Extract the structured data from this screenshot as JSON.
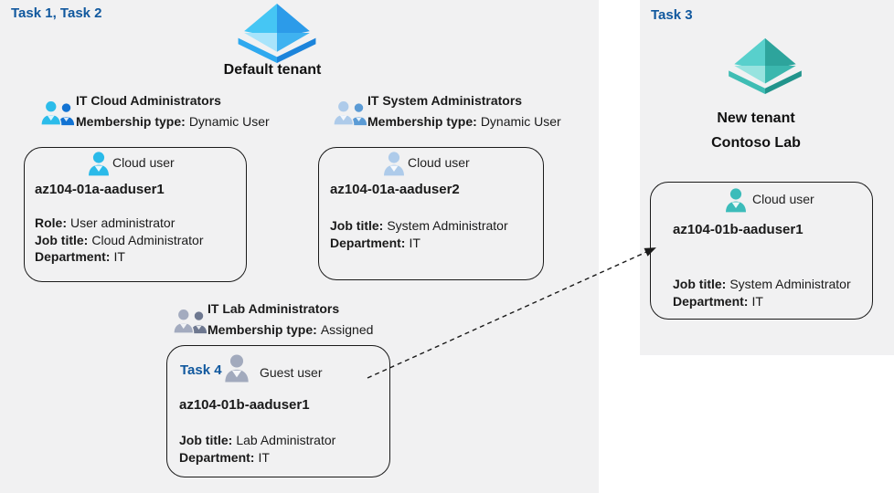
{
  "tasks": {
    "task12": "Task 1, Task 2",
    "task3": "Task 3",
    "task4": "Task 4"
  },
  "tenants": {
    "default": {
      "title": "Default tenant"
    },
    "new": {
      "title_line1": "New tenant",
      "title_line2": "Contoso Lab"
    }
  },
  "groups": [
    {
      "name": "IT Cloud Administrators",
      "membership_label": "Membership type:",
      "membership_value": "Dynamic User"
    },
    {
      "name": "IT System Administrators",
      "membership_label": "Membership type:",
      "membership_value": "Dynamic User"
    },
    {
      "name": "IT Lab Administrators",
      "membership_label": "Membership type:",
      "membership_value": "Assigned"
    }
  ],
  "users": [
    {
      "type_label": "Cloud user",
      "name": "az104-01a-aaduser1",
      "fields": [
        {
          "label": "Role:",
          "value": "User administrator"
        },
        {
          "label": "Job title:",
          "value": "Cloud Administrator"
        },
        {
          "label": "Department:",
          "value": "IT"
        }
      ]
    },
    {
      "type_label": "Cloud user",
      "name": "az104-01a-aaduser2",
      "fields": [
        {
          "label": "Job title:",
          "value": "System Administrator"
        },
        {
          "label": "Department:",
          "value": "IT"
        }
      ]
    },
    {
      "type_label": "Guest user",
      "name": "az104-01b-aaduser1",
      "fields": [
        {
          "label": "Job title:",
          "value": "Lab Administrator"
        },
        {
          "label": "Department:",
          "value": "IT"
        }
      ]
    },
    {
      "type_label": "Cloud user",
      "name": "az104-01b-aaduser1",
      "fields": [
        {
          "label": "Job title:",
          "value": "System Administrator"
        },
        {
          "label": "Department:",
          "value": "IT"
        }
      ]
    }
  ],
  "icons": {
    "tenant_blue": "azure-tenant-icon",
    "tenant_teal": "azure-tenant-icon-teal",
    "group": "user-group-icon",
    "cloud_user": "cloud-user-icon",
    "guest_user": "guest-user-icon",
    "arrow": "dashed-invite-arrow"
  },
  "colors": {
    "panel_bg": "#F1F1F2",
    "task_label": "#10589E",
    "text": "#1A1A1A",
    "arrow": "#1A1A1A",
    "tenant_blue": {
      "left": "#45C6F4",
      "right": "#2C9BE9",
      "under_left": "#A8E4FB",
      "under_right": "#3FB2F0",
      "rim_left": "#2FA9EF",
      "rim_right": "#1C84DB"
    },
    "tenant_teal": {
      "left": "#58D0CC",
      "right": "#2DA49C",
      "under_left": "#97E3DF",
      "under_right": "#3BB7AE",
      "rim_left": "#3FBDB4",
      "rim_right": "#21948C"
    },
    "person_cloud1": "#2ABAE9",
    "person_cloud2": "#AECBEA",
    "person_guest": "#A2AABD",
    "person_cloud_teal": "#3CBCBA",
    "group_cloud": {
      "front": "#2CBCEA",
      "back": "#1273D3"
    },
    "group_system": {
      "front": "#AECBEA",
      "back": "#5B9BD5"
    },
    "group_lab": {
      "front": "#A3ABBF",
      "back": "#6E7890"
    }
  }
}
